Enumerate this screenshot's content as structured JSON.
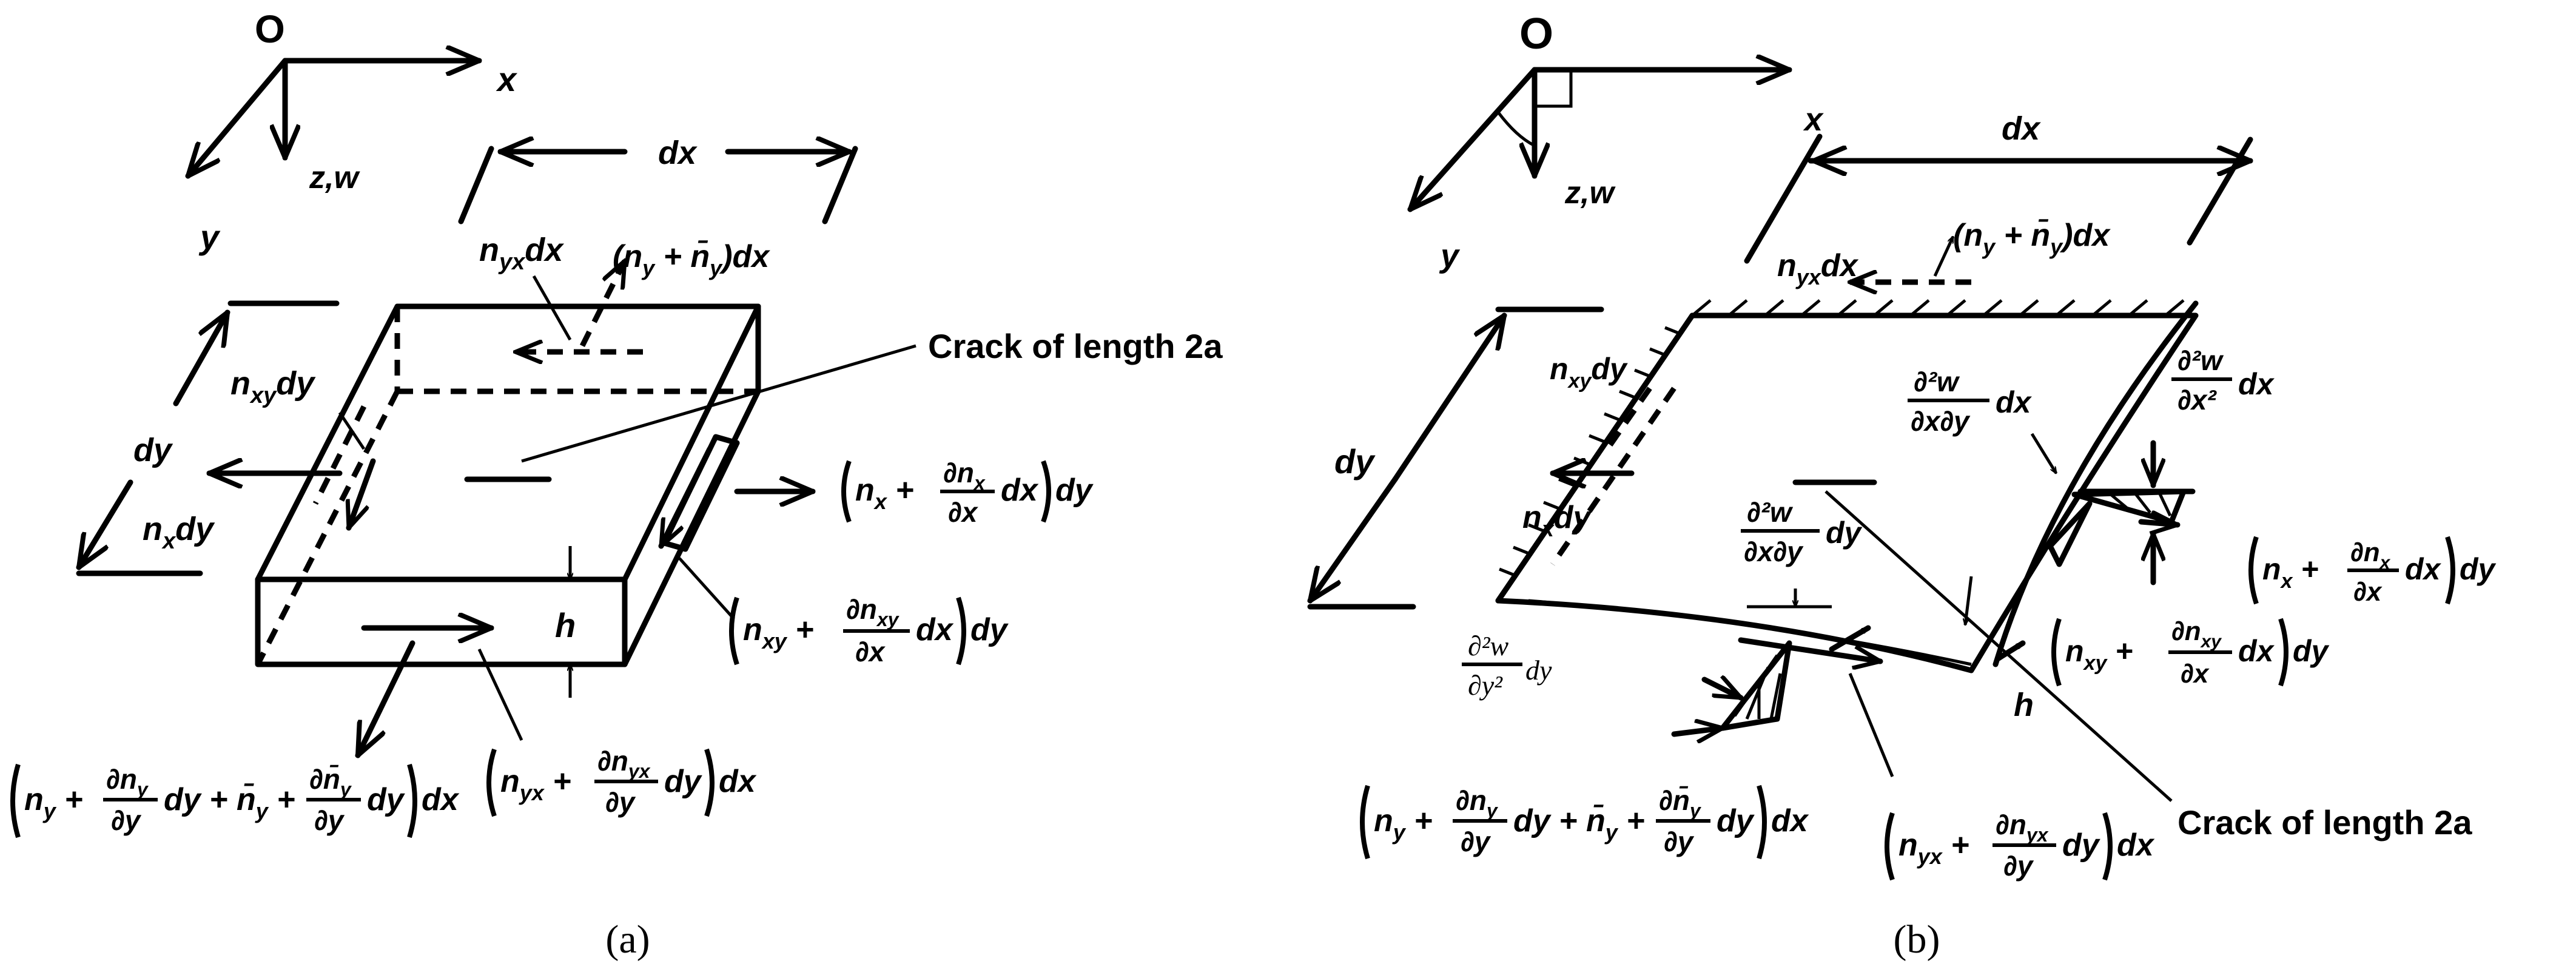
{
  "panel_a": {
    "origin": "O",
    "axis_x": "x",
    "axis_y": "y",
    "axis_z": "z,w",
    "dim_dx": "dx",
    "dim_dy": "dy",
    "thickness": "h",
    "crack_label": "Crack of length 2a",
    "f_nyx": "n",
    "f_nyx_sub": "yx",
    "f_nyx_d": "dx",
    "f_ny_open": "(n",
    "f_ny_sub": "y",
    "f_ny_plus": " + ",
    "f_nbar": "n̄",
    "f_ny_close": ")dx",
    "f_nxy": "n",
    "f_nxy_sub": "xy",
    "f_nxy_d": "dy",
    "f_nx": "n",
    "f_nx_sub": "x",
    "f_nx_d": "dy",
    "f_right_top": {
      "pre": "n",
      "sub": "x",
      "plus": " + ",
      "num": "∂n",
      "num_sub": "x",
      "den": "∂x",
      "tail": "dx",
      "post": "dy"
    },
    "f_right_bot": {
      "pre": "n",
      "sub": "xy",
      "plus": " + ",
      "num": "∂n",
      "num_sub": "xy",
      "den": "∂x",
      "tail": "dx",
      "post": "dy"
    },
    "f_bottom_left": {
      "pre": "n",
      "sub": "y",
      "plus": " + ",
      "num": "∂n",
      "num_sub": "y",
      "den": "∂y",
      "tail": "dy",
      "mid": " + n̄",
      "mid_sub": "y",
      "plus2": " + ",
      "num2": "∂n̄",
      "num2_sub": "y",
      "den2": "∂y",
      "tail2": "dy",
      "post": "dx"
    },
    "f_bottom_mid": {
      "pre": "n",
      "sub": "yx",
      "plus": " + ",
      "num": "∂n",
      "num_sub": "yx",
      "den": "∂y",
      "tail": "dy",
      "post": "dx"
    },
    "caption": "(a)"
  },
  "panel_b": {
    "origin": "O",
    "axis_x": "x",
    "axis_y": "y",
    "axis_z": "z,w",
    "dim_dx": "dx",
    "dim_dy": "dy",
    "thickness": "h",
    "crack_label": "Crack of length 2a",
    "d2w": "∂²w",
    "dxdy": "∂x∂y",
    "dx2": "∂x²",
    "dy2": "∂y²",
    "tail_dx": "dx",
    "tail_dy": "dy",
    "caption": "(b)"
  }
}
